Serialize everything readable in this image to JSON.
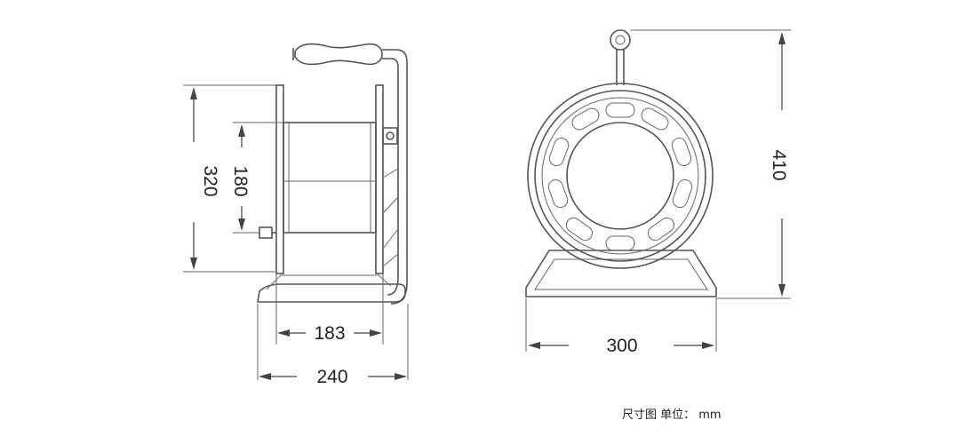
{
  "dimensions": {
    "side_height_outer": "320",
    "side_height_drum": "180",
    "side_width_drum": "183",
    "side_width_base": "240",
    "front_height": "410",
    "front_width": "300"
  },
  "note": "尺寸图 单位： mm",
  "colors": {
    "line": "#555555",
    "text": "#222222",
    "background": "#ffffff"
  }
}
